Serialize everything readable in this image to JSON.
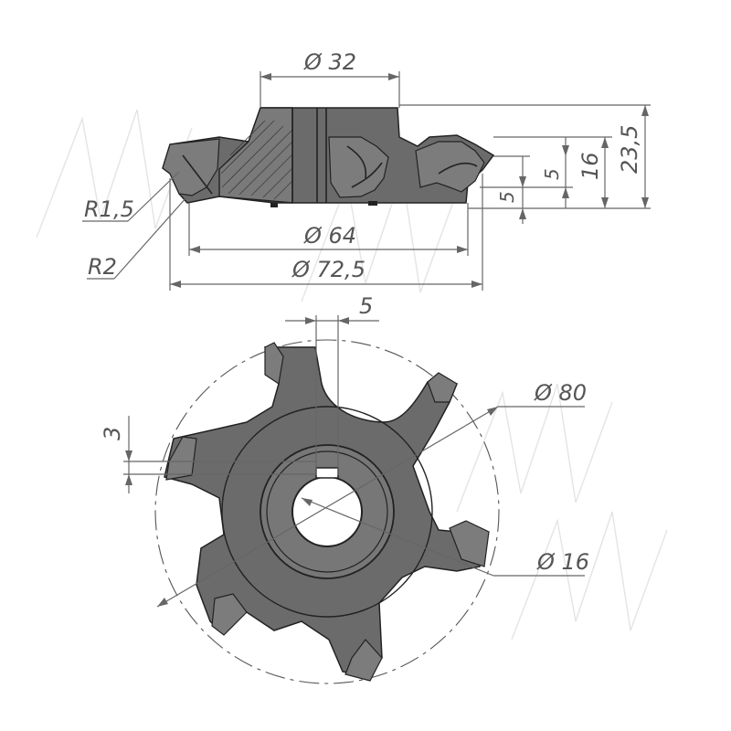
{
  "top_view": {
    "dims": {
      "bore_top": "Ø 32",
      "height_total": "23,5",
      "height_16": "16",
      "height_5a": "5",
      "height_5b": "5",
      "dia_64": "Ø 64",
      "dia_72_5": "Ø 72,5",
      "radius_1_5": "R1,5",
      "radius_2": "R2"
    }
  },
  "bottom_view": {
    "dims": {
      "keyway_width": "5",
      "keyway_depth": "3",
      "outer_circle": "Ø 80",
      "bore": "Ø 16"
    },
    "teeth_count": 6
  },
  "colors": {
    "body": "#6b6b6b",
    "line": "#222222",
    "dimension": "#666666",
    "watermark": "#e4e4e4"
  }
}
